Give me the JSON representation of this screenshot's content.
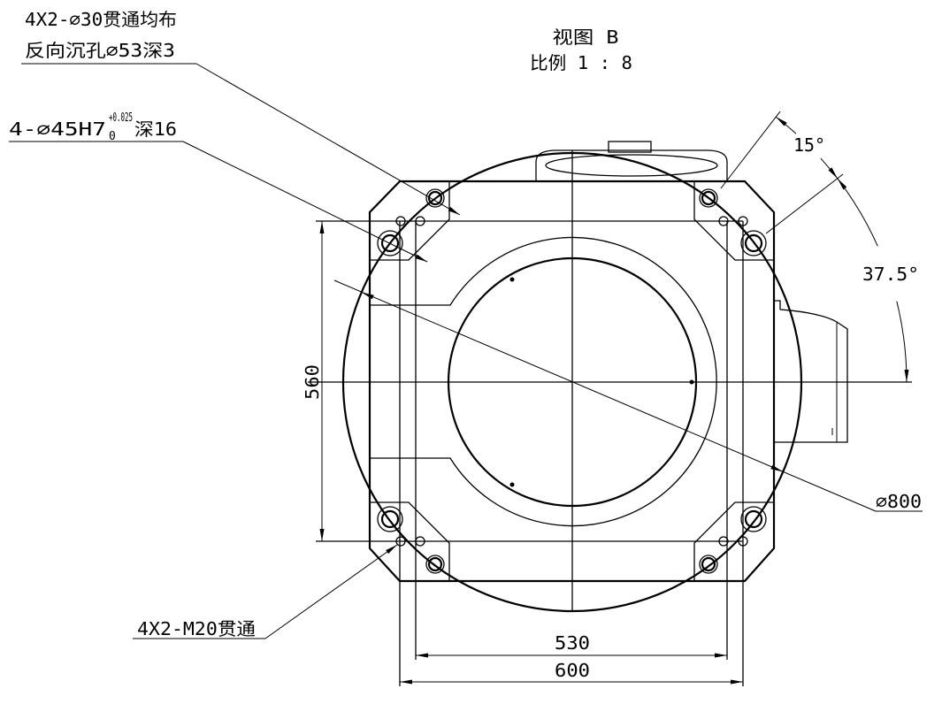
{
  "view": {
    "title": "视图 B",
    "scale": "比例 1 : 8"
  },
  "callouts": {
    "through_holes": {
      "line1": "4X2-⌀30贯通均布",
      "line2": "反向沉孔⌀53深3"
    },
    "pin_holes": {
      "base": "4-⌀45H7",
      "upper_tolerance": "+0.025",
      "lower_tolerance": "0",
      "depth": "深16"
    },
    "threaded_holes": "4X2-M20贯通"
  },
  "dimensions": {
    "angle_between_holes": "15°",
    "angle_from_horizontal": "37.5°",
    "height": "560",
    "diameter": "⌀800",
    "inner_width": "530",
    "outer_width": "600"
  }
}
